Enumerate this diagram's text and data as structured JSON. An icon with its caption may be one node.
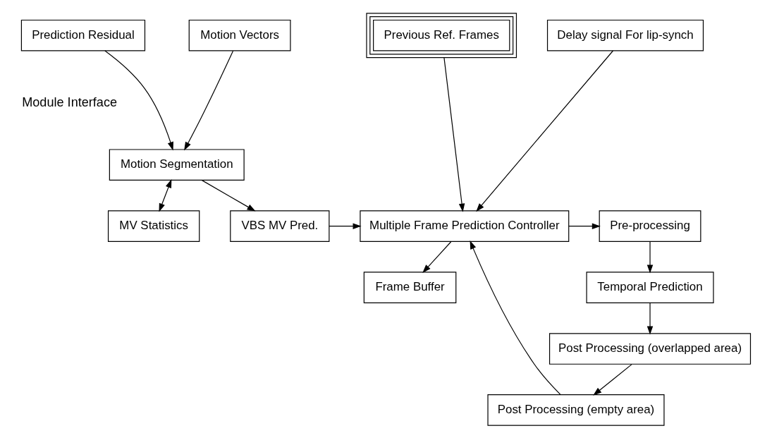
{
  "diagram": {
    "nodes": [
      {
        "text": [
          "Prediction Residual"
        ]
      },
      {
        "text": [
          "Motion Vectors"
        ]
      },
      {
        "text": [
          "Delay signal For lip-synch"
        ]
      },
      {
        "text": [
          "Previous Ref. Frames"
        ]
      },
      {
        "text": [
          "Motion Segmentation"
        ]
      },
      {
        "text": [
          "MV Statistics"
        ]
      },
      {
        "text": [
          "VBS MV Pred."
        ]
      },
      {
        "text": [
          "Multiple Frame Prediction Controller"
        ]
      },
      {
        "text": [
          "Frame Buffer"
        ]
      },
      {
        "text": [
          "Pre-processing"
        ]
      },
      {
        "text": [
          "Temporal Prediction"
        ]
      },
      {
        "text": [
          "Post Processing (overlapped area)"
        ]
      },
      {
        "text": [
          "Post Processing (empty area)"
        ]
      }
    ],
    "edges": [
      {
        "from": 0,
        "to": 4,
        "arrow": "to"
      },
      {
        "from": 1,
        "to": 4,
        "arrow": "to"
      },
      {
        "from": 2,
        "to": 7,
        "arrow": "to"
      },
      {
        "from": 3,
        "to": 7,
        "arrow": "to"
      },
      {
        "from": 4,
        "to": 5,
        "arrow": "both"
      },
      {
        "from": 4,
        "to": 6,
        "arrow": "to"
      },
      {
        "from": 6,
        "to": 7,
        "arrow": "to"
      },
      {
        "from": 7,
        "to": 8,
        "arrow": "to"
      },
      {
        "from": 7,
        "to": 9,
        "arrow": "to"
      },
      {
        "from": 9,
        "to": 10,
        "arrow": "to"
      },
      {
        "from": 10,
        "to": 11,
        "arrow": "to"
      },
      {
        "from": 11,
        "to": 12,
        "arrow": "to"
      },
      {
        "from": 12,
        "to": 7,
        "arrow": "to"
      }
    ],
    "labels": [
      "Module Interface"
    ]
  }
}
